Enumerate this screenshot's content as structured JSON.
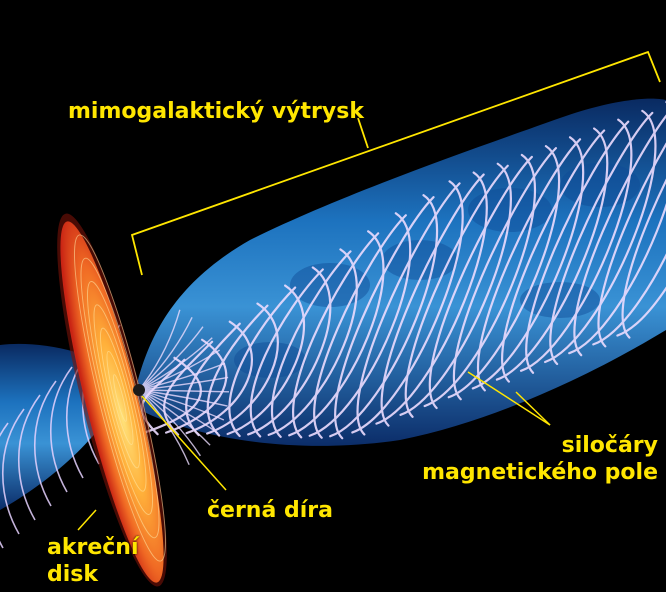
{
  "labels": {
    "jet": "mimogalaktický výtrysk",
    "field_lines_1": "siločáry",
    "field_lines_2": "magnetického pole",
    "black_hole": "černá díra",
    "disk_1": "akreční",
    "disk_2": "disk"
  },
  "colors": {
    "label": "#ffe600",
    "background": "#000000",
    "jet": "#1e78c8",
    "field_lines": "#e6d2ff",
    "disk_outer": "#e63a1c",
    "disk_inner": "#ffd24a"
  }
}
